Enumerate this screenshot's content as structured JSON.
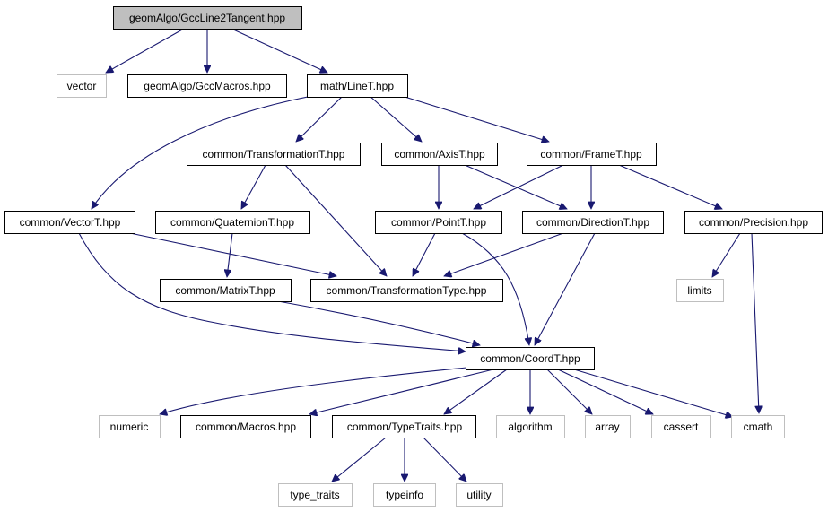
{
  "nodes": {
    "root": "geomAlgo/GccLine2Tangent.hpp",
    "vector": "vector",
    "gccmacros": "geomAlgo/GccMacros.hpp",
    "linet": "math/LineT.hpp",
    "transformationt": "common/TransformationT.hpp",
    "axist": "common/AxisT.hpp",
    "framet": "common/FrameT.hpp",
    "vectort": "common/VectorT.hpp",
    "quaterniont": "common/QuaternionT.hpp",
    "pointt": "common/PointT.hpp",
    "directiont": "common/DirectionT.hpp",
    "precision": "common/Precision.hpp",
    "matrixt": "common/MatrixT.hpp",
    "transformationtype": "common/TransformationType.hpp",
    "limits": "limits",
    "coordt": "common/CoordT.hpp",
    "numeric": "numeric",
    "macros": "common/Macros.hpp",
    "typetraits": "common/TypeTraits.hpp",
    "algorithm": "algorithm",
    "array": "array",
    "cassert": "cassert",
    "cmath": "cmath",
    "type_traits": "type_traits",
    "typeinfo": "typeinfo",
    "utility": "utility"
  },
  "colors": {
    "edge": "#191970",
    "root_fill": "#bfbfbf",
    "local_border": "#000000",
    "system_border": "#bfbfbf"
  }
}
